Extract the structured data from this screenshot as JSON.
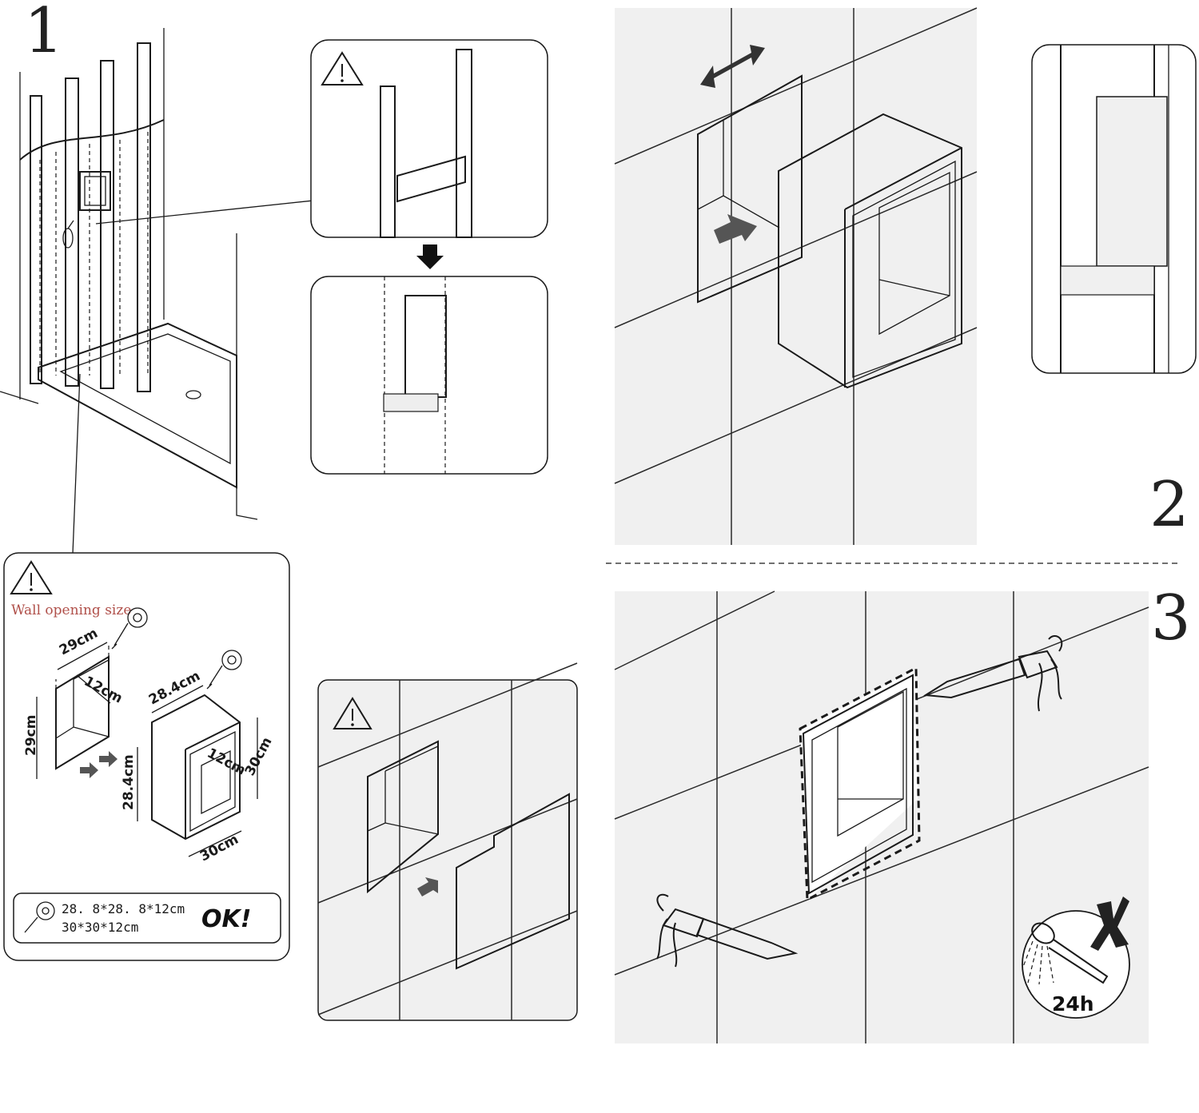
{
  "steps": {
    "one": "1",
    "two": "2",
    "three": "3"
  },
  "warning": {
    "title": "Wall opening size",
    "opening_width": "29cm",
    "opening_height": "29cm",
    "opening_depth": "12cm",
    "niche_width": "28.4cm",
    "niche_height": "28.4cm",
    "niche_depth": "12cm",
    "frame_width": "30cm",
    "frame_height": "30cm",
    "size_line_1": "28. 8*28. 8*12cm",
    "size_line_2": "30*30*12cm",
    "ok": "OK!"
  },
  "cure": {
    "time": "24h"
  },
  "icons": [
    "warning-triangle-icon",
    "tape-measure-icon",
    "down-arrow-icon",
    "push-arrow-icon",
    "double-arrow-icon",
    "caulking-gun-icon",
    "shower-head-icon",
    "cross-icon"
  ],
  "colors": {
    "ink": "#1a1a1a",
    "panel_bg": "#f0f0f0",
    "title_red": "#b0504a"
  }
}
